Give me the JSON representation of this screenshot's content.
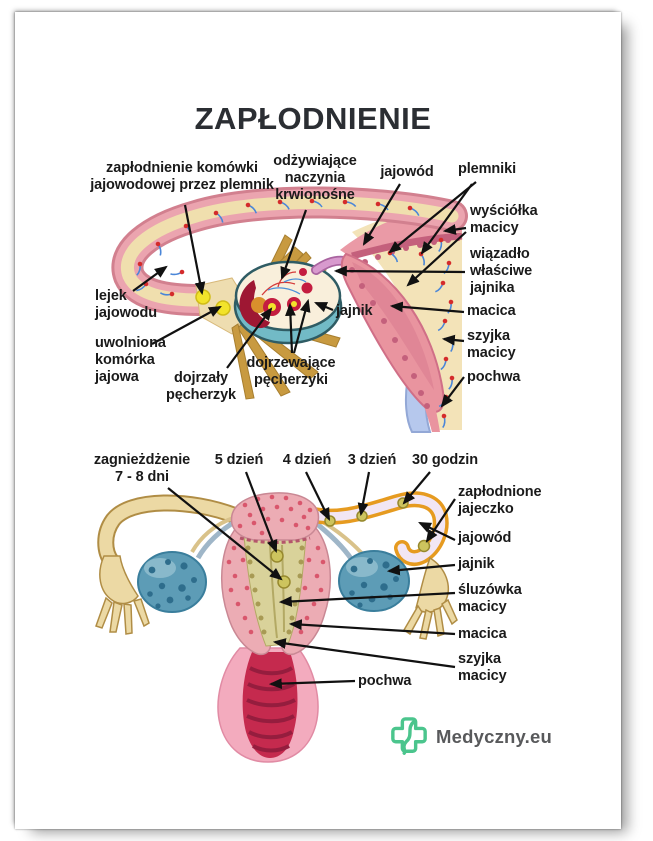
{
  "title": "ZAPŁODNIENIE",
  "top": {
    "fertilization": "zapłodnienie komówki\njajowodowej przez plemnik",
    "blood_vessels": "odżywiające\nnaczynia\nkrwionośne",
    "fallopian_tube": "jajowód",
    "sperm": "plemniki",
    "uterine_lining": "wyściółka\nmacicy",
    "ovarian_ligament": "wiązadło\nwłaściwe\njajnika",
    "uterus": "macica",
    "cervix": "szyjka\nmacicy",
    "vagina": "pochwa",
    "infundibulum": "lejek\njajowodu",
    "released_egg": "uwolniona\nkomórka\njajowa",
    "mature_follicle": "dojrzały\npęcherzyk",
    "maturing_follicles": "dojrzewające\npęcherzyki",
    "ovary": "jajnik"
  },
  "bottom": {
    "implantation": "zagnieżdżenie\n7 - 8 dni",
    "day_5": "5 dzień",
    "day_4": "4 dzień",
    "day_3": "3 dzień",
    "hours_30": "30 godzin",
    "fertilized_egg": "zapłodnione\njajeczko",
    "fallopian_tube": "jajowód",
    "ovary": "jajnik",
    "uterine_mucosa": "śluzówka\nmacicy",
    "uterus": "macica",
    "cervix": "szyjka\nmacicy",
    "vagina": "pochwa"
  },
  "logo": {
    "brand": "Medyczny.eu",
    "icon": "medical-cross-s-icon",
    "brand_green": "#4bc58d",
    "text_color": "#58595b"
  },
  "arrow_color": "#111111"
}
